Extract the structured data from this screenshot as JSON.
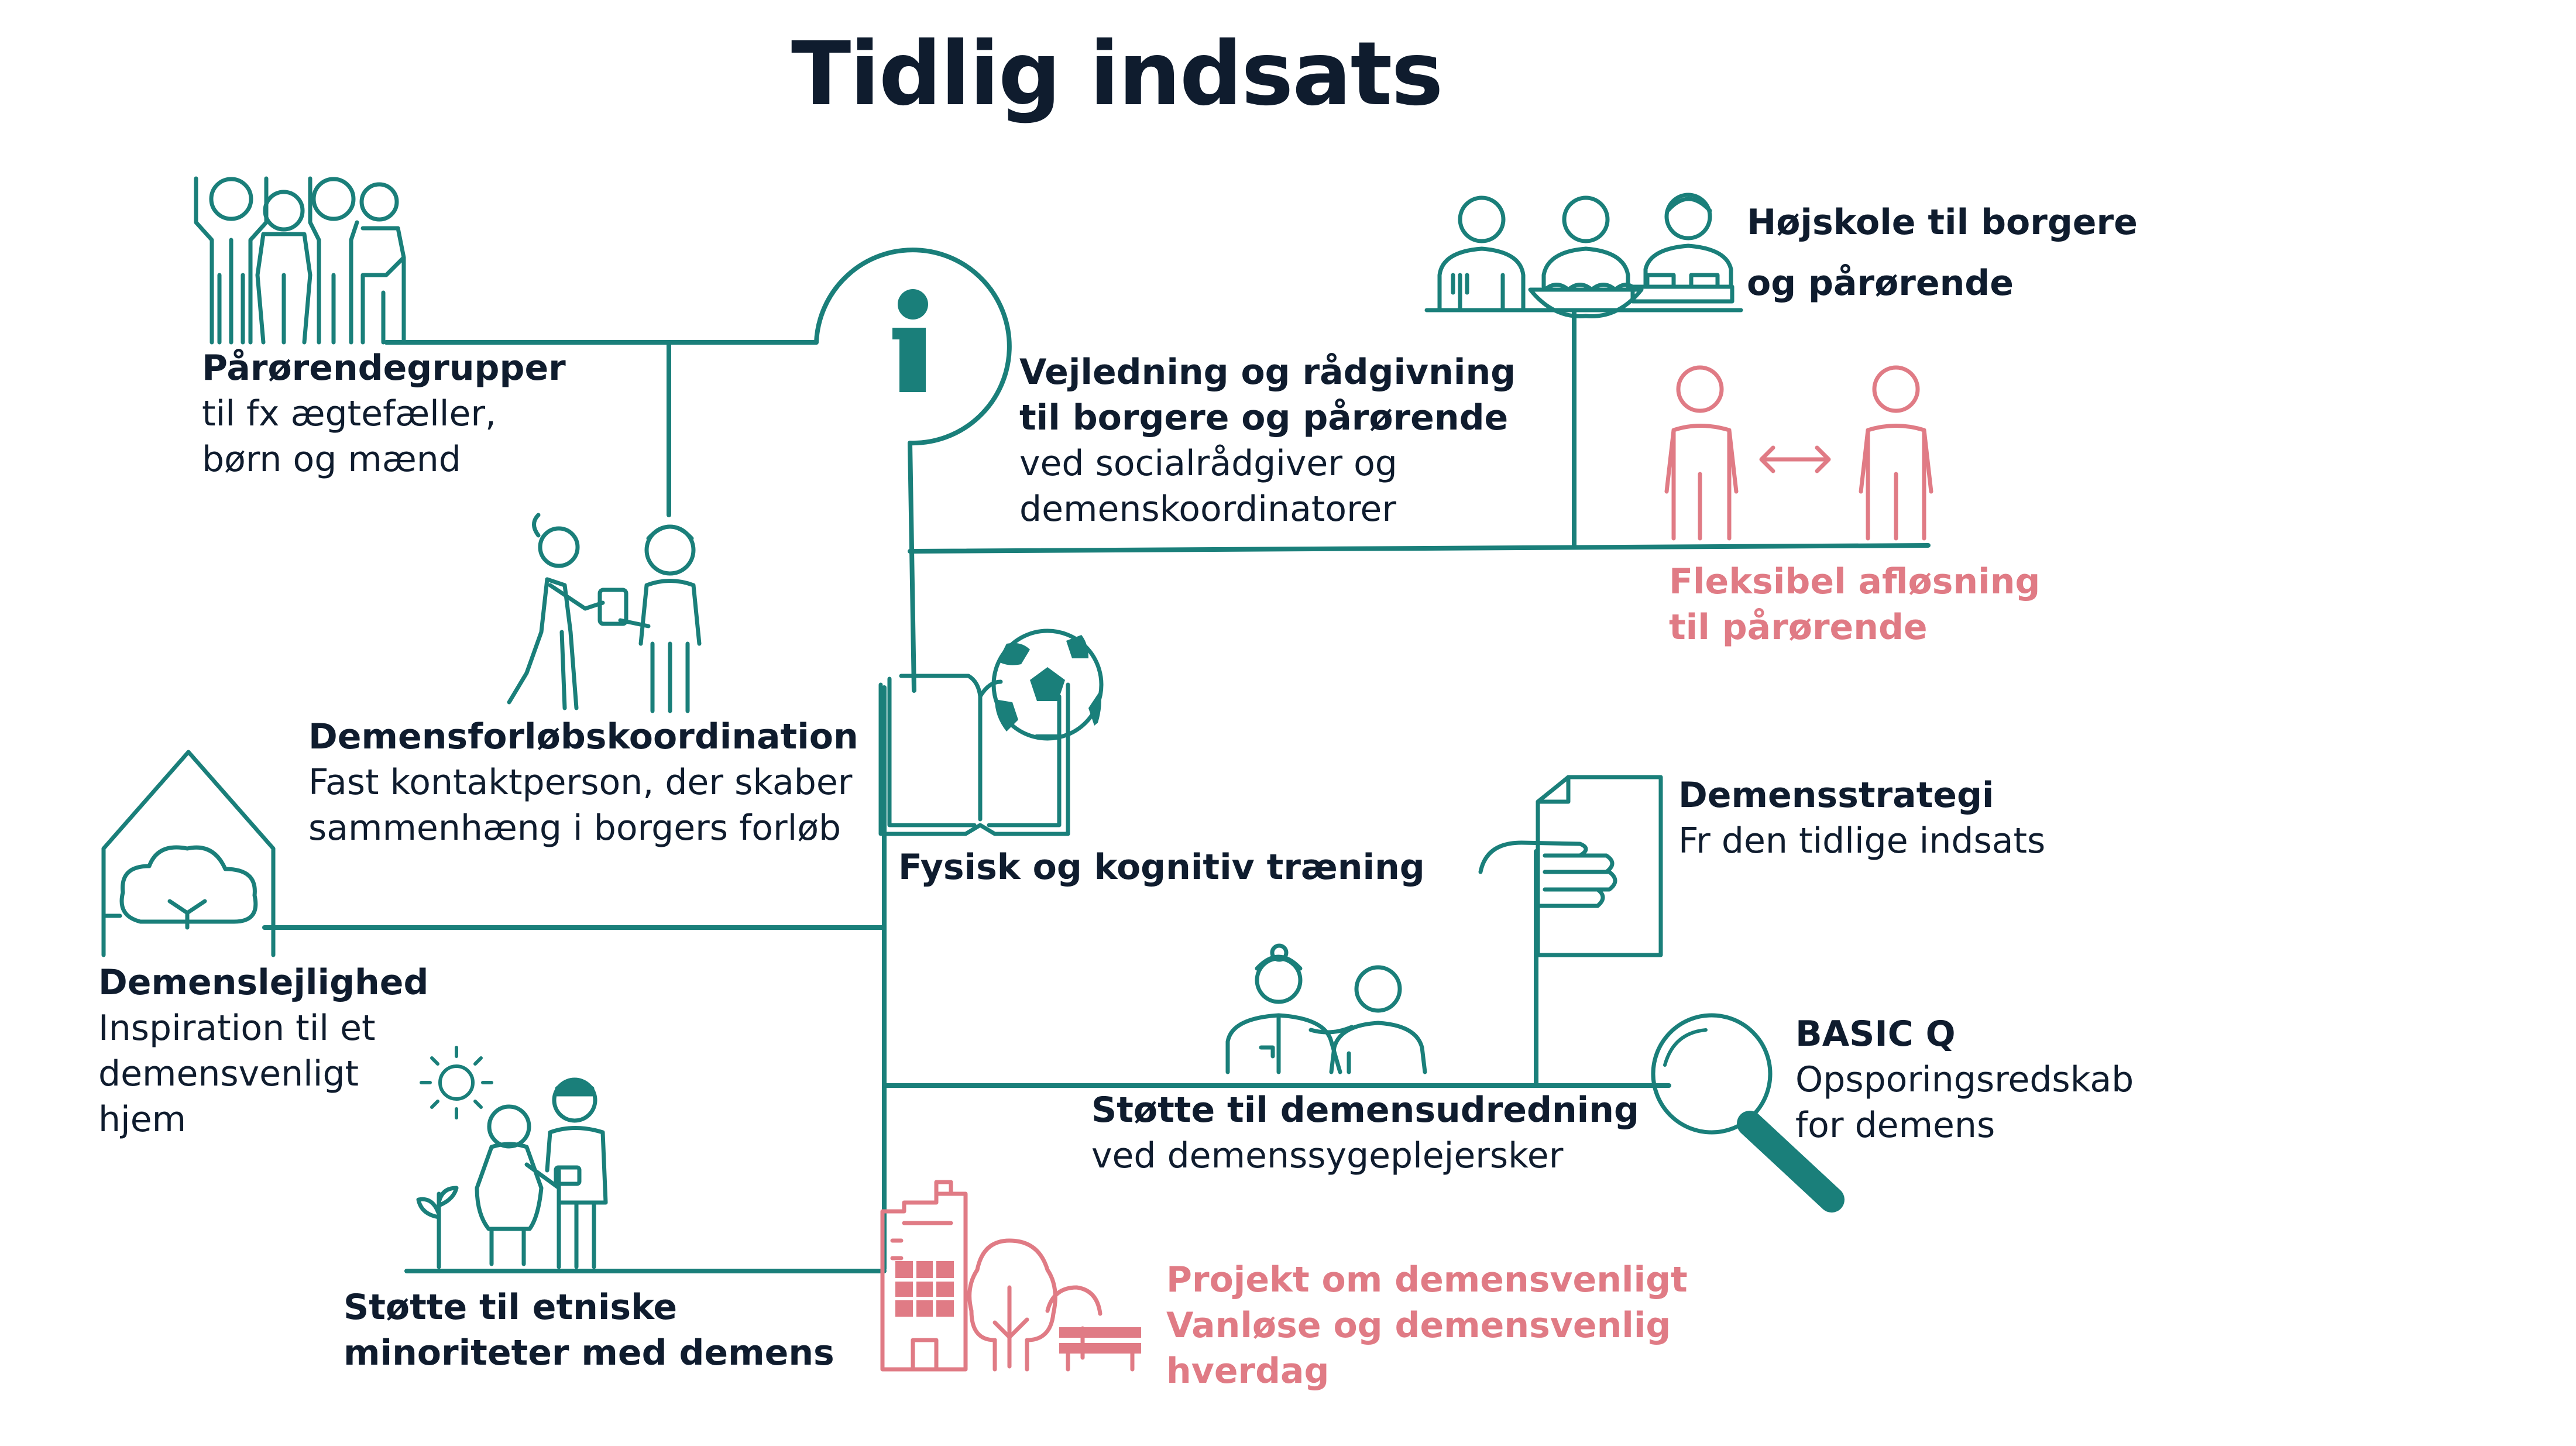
{
  "title": "Tidlig indsats",
  "colors": {
    "teal": "#1a7f7a",
    "pink": "#e07b85",
    "dark": "#0f1c2e"
  },
  "items": {
    "paaroerende": {
      "heading": "Pårørendegrupper",
      "lines": [
        "til fx ægtefæller,",
        "børn og mænd"
      ],
      "icon": "group-of-people-icon"
    },
    "vejledning": {
      "heading_lines": [
        "Vejledning og rådgivning",
        "til borgere og pårørende"
      ],
      "lines": [
        "ved socialrådgiver og",
        "demenskoordinatorer"
      ],
      "icon": "info-icon"
    },
    "hoejskole": {
      "heading_lines": [
        "Højskole til borgere",
        "og pårørende"
      ],
      "icon": "people-at-table-icon"
    },
    "fleksibel": {
      "heading_lines": [
        "Fleksibel afløsning",
        "til pårørende"
      ],
      "icon": "two-people-exchange-icon"
    },
    "forloeb": {
      "heading": "Demensforløbskoordination",
      "lines": [
        "Fast kontaktperson, der skaber",
        "sammenhæng i borgers forløb"
      ],
      "icon": "handover-icon"
    },
    "traening": {
      "heading": "Fysisk og kognitiv træning",
      "icon": "book-and-ball-icon"
    },
    "strategi": {
      "heading": "Demensstrategi",
      "lines": [
        "Fr den tidlige indsats"
      ],
      "icon": "document-in-hand-icon"
    },
    "lejlighed": {
      "heading": "Demenslejlighed",
      "lines": [
        "Inspiration til et",
        "demensvenligt",
        "hjem"
      ],
      "icon": "house-with-tree-icon"
    },
    "basicq": {
      "heading": "BASIC Q",
      "lines": [
        "Opsporingsredskab",
        "for demens"
      ],
      "icon": "magnifier-icon"
    },
    "udredning": {
      "heading": "Støtte til demensudredning",
      "lines": [
        "ved demenssygeplejersker"
      ],
      "icon": "nurse-and-person-icon"
    },
    "etniske": {
      "heading_lines": [
        "Støtte til etniske",
        "minoriteter med demens"
      ],
      "icon": "elderly-couple-icon"
    },
    "vanloese": {
      "heading_lines": [
        "Projekt om demensvenligt",
        "Vanløse og demensvenlig",
        "hverdag"
      ],
      "icon": "city-building-icon"
    }
  }
}
